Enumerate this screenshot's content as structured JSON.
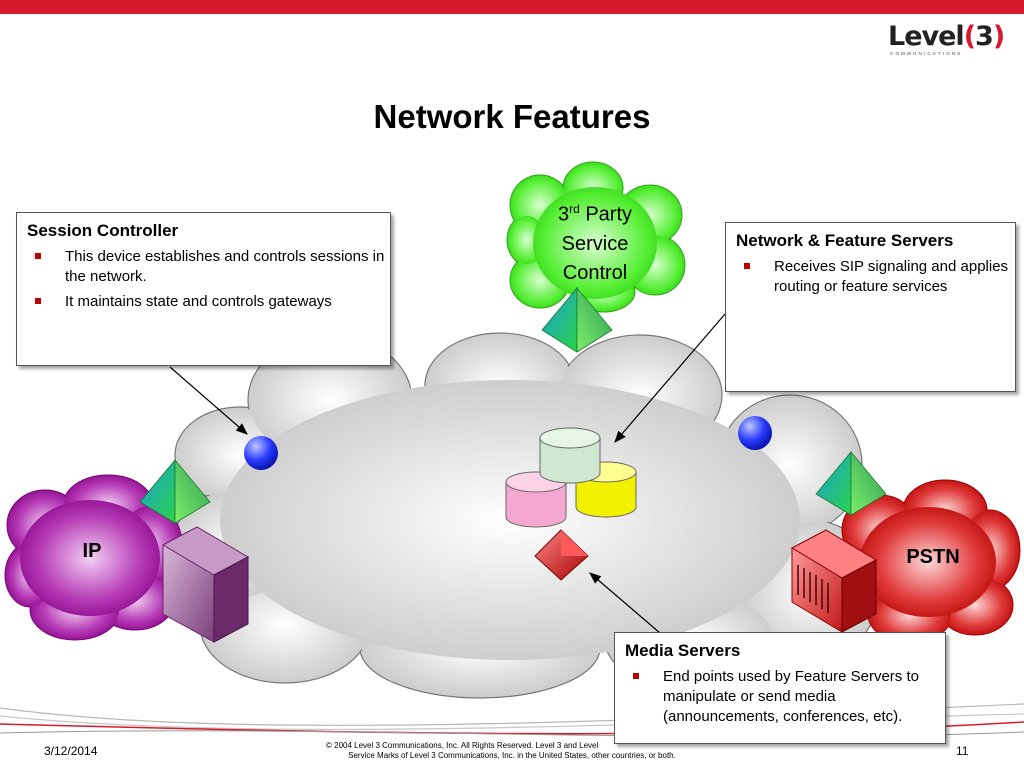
{
  "header": {
    "brand": "Level(3)",
    "brand_sub": "COMMUNICATIONS",
    "accent_color": "#d7192e"
  },
  "slide": {
    "title": "Network Features"
  },
  "clouds": {
    "third_party": {
      "sup_prefix": "3",
      "sup": "rd",
      "line1_rest": " Party",
      "line2": "Service",
      "line3": "Control"
    },
    "ip": "IP",
    "pstn": "PSTN"
  },
  "callouts": {
    "session_controller": {
      "title": "Session Controller",
      "bullets": [
        "This device establishes and controls sessions in the network.",
        "It maintains state and controls gateways"
      ]
    },
    "feature_servers": {
      "title": "Network & Feature Servers",
      "bullets": [
        "Receives SIP signaling and applies routing or feature services"
      ]
    },
    "media_servers": {
      "title": "Media Servers",
      "bullets": [
        "End points used by Feature Servers to manipulate or send media (announcements, conferences, etc)."
      ]
    }
  },
  "footer": {
    "date": "3/12/2014",
    "copyright_line1": "© 2004 Level 3 Communications, Inc. All Rights Reserved. Level 3 and Level",
    "copyright_line2": "Service Marks of Level 3 Communications, Inc. in the United States, other countries, or both.",
    "page_number": "11"
  }
}
